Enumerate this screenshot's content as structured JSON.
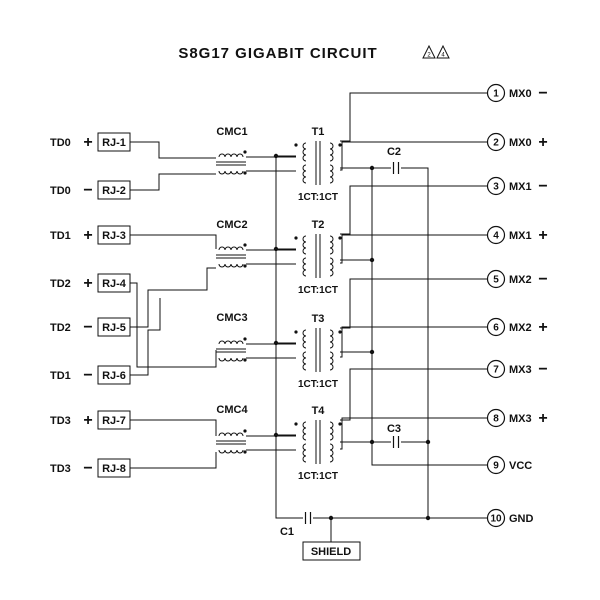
{
  "title": "S8G17  GIGABIT  CIRCUIT",
  "title_marks": [
    "2",
    "4"
  ],
  "inputs": [
    {
      "name": "TD0",
      "sign": "+",
      "pin": "RJ-1"
    },
    {
      "name": "TD0",
      "sign": "−",
      "pin": "RJ-2"
    },
    {
      "name": "TD1",
      "sign": "+",
      "pin": "RJ-3"
    },
    {
      "name": "TD2",
      "sign": "+",
      "pin": "RJ-4"
    },
    {
      "name": "TD2",
      "sign": "−",
      "pin": "RJ-5"
    },
    {
      "name": "TD1",
      "sign": "−",
      "pin": "RJ-6"
    },
    {
      "name": "TD3",
      "sign": "+",
      "pin": "RJ-7"
    },
    {
      "name": "TD3",
      "sign": "−",
      "pin": "RJ-8"
    }
  ],
  "outputs": [
    {
      "num": "1",
      "name": "MX0",
      "sign": "−"
    },
    {
      "num": "2",
      "name": "MX0",
      "sign": "+"
    },
    {
      "num": "3",
      "name": "MX1",
      "sign": "−"
    },
    {
      "num": "4",
      "name": "MX1",
      "sign": "+"
    },
    {
      "num": "5",
      "name": "MX2",
      "sign": "−"
    },
    {
      "num": "6",
      "name": "MX2",
      "sign": "+"
    },
    {
      "num": "7",
      "name": "MX3",
      "sign": "−"
    },
    {
      "num": "8",
      "name": "MX3",
      "sign": "+"
    },
    {
      "num": "9",
      "name": "VCC",
      "sign": ""
    },
    {
      "num": "10",
      "name": "GND",
      "sign": ""
    }
  ],
  "chokes": [
    "CMC1",
    "CMC2",
    "CMC3",
    "CMC4"
  ],
  "transformers": [
    "T1",
    "T2",
    "T3",
    "T4"
  ],
  "ratio": "1CT:1CT",
  "capacitors": [
    "C1",
    "C2",
    "C3"
  ],
  "shield": "SHIELD"
}
